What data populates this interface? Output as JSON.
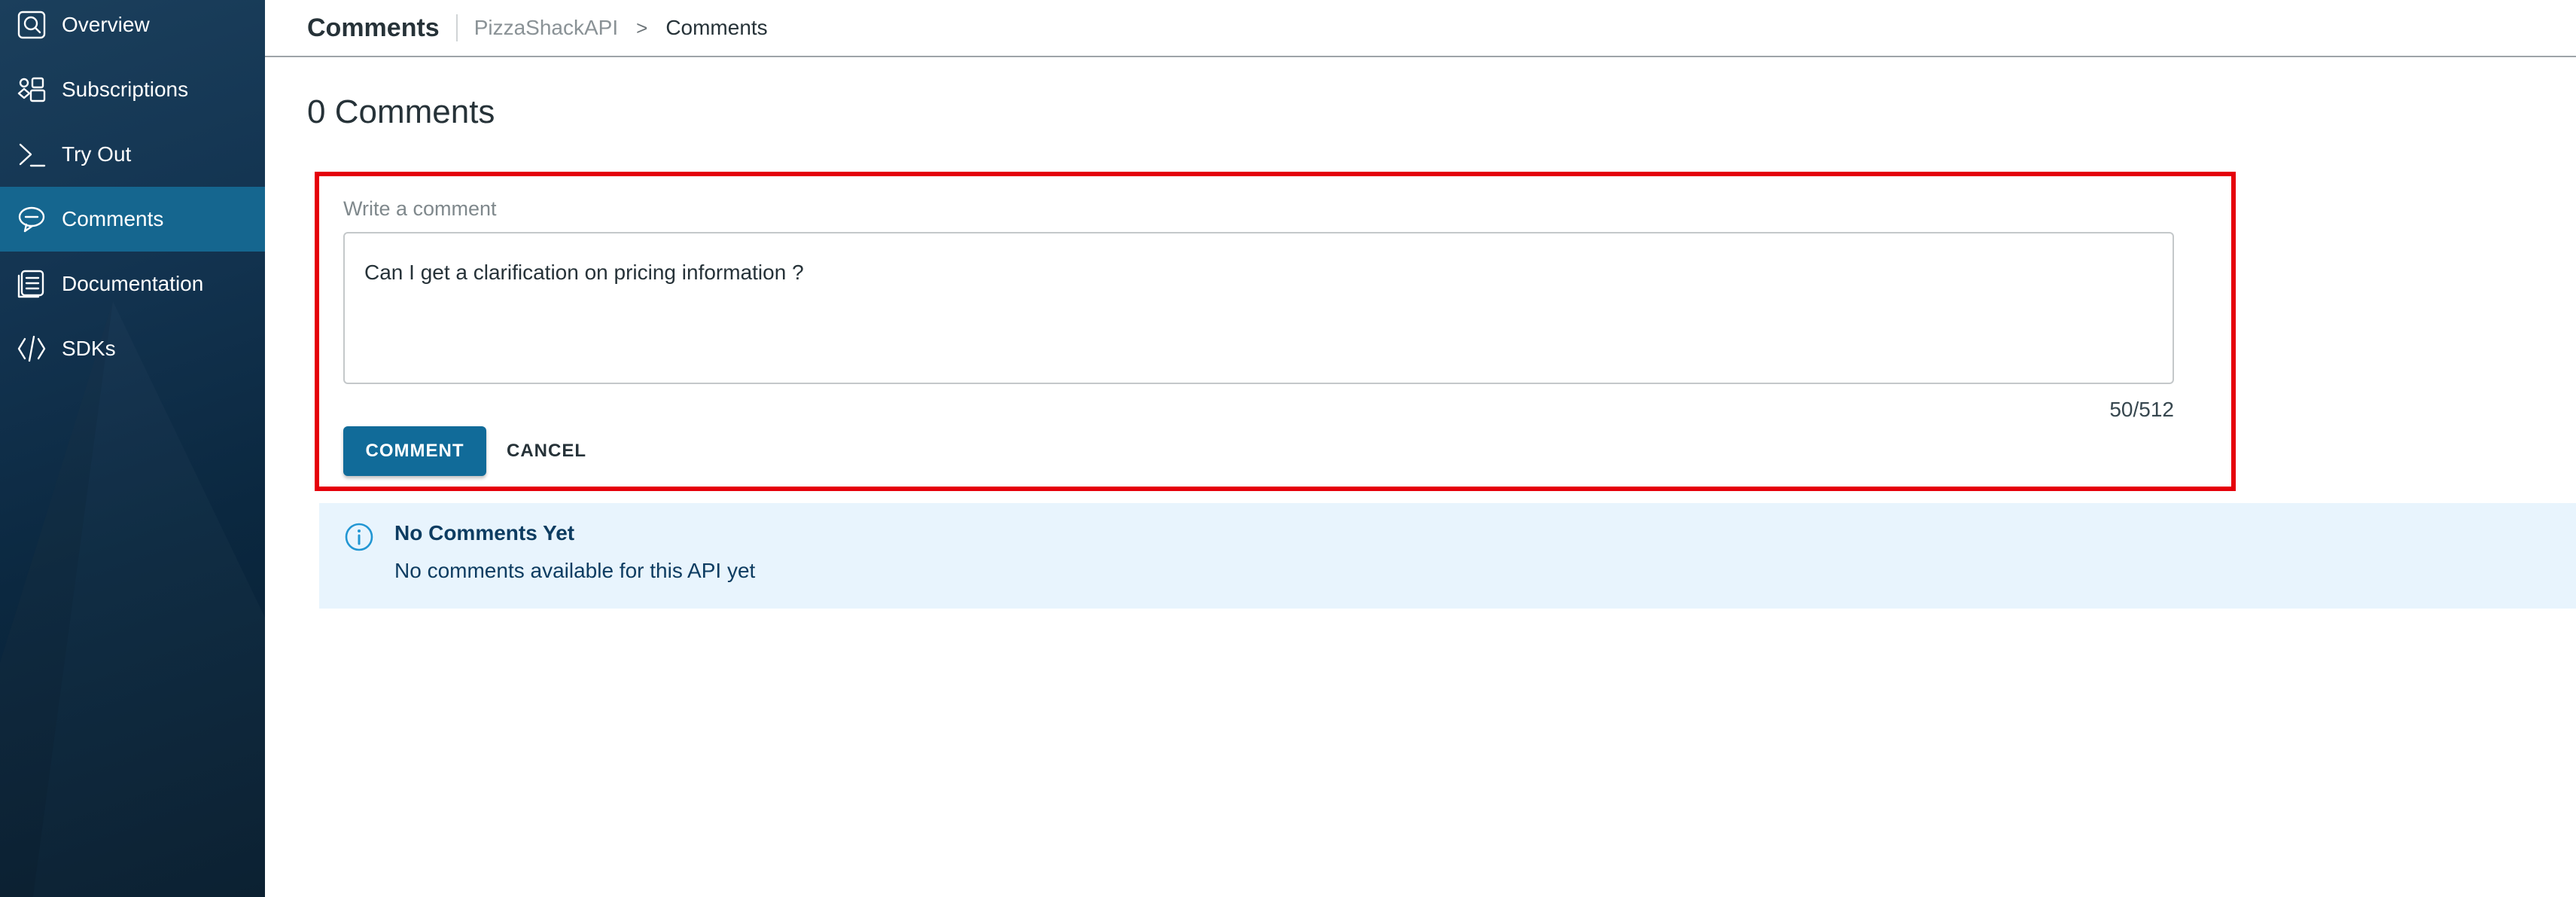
{
  "sidebar": {
    "items": [
      {
        "label": "Overview",
        "icon": "overview-icon",
        "active": false
      },
      {
        "label": "Subscriptions",
        "icon": "subscriptions-icon",
        "active": false
      },
      {
        "label": "Try Out",
        "icon": "terminal-icon",
        "active": false
      },
      {
        "label": "Comments",
        "icon": "comment-icon",
        "active": true
      },
      {
        "label": "Documentation",
        "icon": "documentation-icon",
        "active": false
      },
      {
        "label": "SDKs",
        "icon": "code-icon",
        "active": false
      }
    ]
  },
  "header": {
    "title": "Comments",
    "breadcrumb": {
      "api": "PizzaShackAPI",
      "separator": ">",
      "current": "Comments"
    }
  },
  "main": {
    "count_title": "0 Comments",
    "comment_form": {
      "label": "Write a comment",
      "value": "Can I get a clarification on pricing information ?",
      "char_count": "50/512",
      "comment_button": "COMMENT",
      "cancel_button": "CANCEL"
    },
    "info": {
      "icon": "info-icon",
      "title": "No Comments Yet",
      "text": "No comments available for this API yet"
    }
  },
  "colors": {
    "sidebar_active": "#15668f",
    "primary_button": "#116b99",
    "highlight_border": "#e5000a",
    "info_background": "#e8f4fd"
  }
}
